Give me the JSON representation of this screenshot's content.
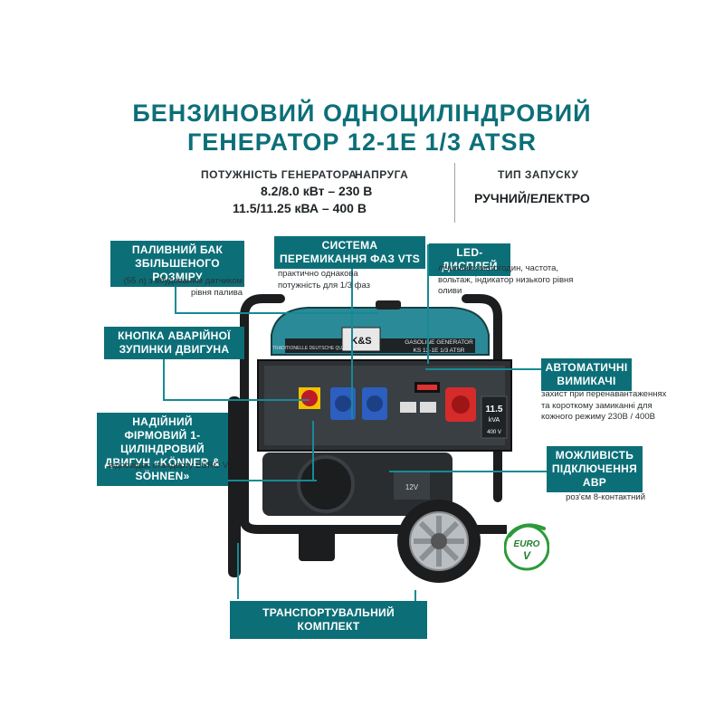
{
  "header": {
    "title_line1": "БЕНЗИНОВИЙ ОДНОЦИЛІНДРОВИЙ",
    "title_line2": "ГЕНЕРАТОР 12-1E 1/3 ATSR"
  },
  "specs": {
    "power_heading": "ПОТУЖНІСТЬ ГЕНЕРАТОРА",
    "voltage_heading": "НАПРУГА",
    "line1": "8.2/8.0 кВт – 230 В",
    "line2": "11.5/11.25 кВА – 400 В",
    "start_heading": "ТИП ЗАПУСКУ",
    "start_value": "РУЧНИЙ/ЕЛЕКТРО"
  },
  "callouts": {
    "fuel_tank": {
      "label": "ПАЛИВНИЙ БАК ЗБІЛЬШЕНОГО РОЗМІРУ",
      "note": "(55 л) з вбудованим датчиком рівня палива"
    },
    "vts": {
      "label": "СИСТЕМА ПЕРЕМИКАННЯ ФАЗ VTS",
      "note": "практично однакова потужність для 1/3 фаз"
    },
    "led": {
      "label": "LED-ДИСПЛЕЙ",
      "note": "лічильник мотогодин, частота, вольтаж, індикатор низького рівня оливи"
    },
    "emergency": {
      "label": "КНОПКА АВАРІЙНОЇ ЗУПИНКИ ДВИГУНА"
    },
    "breakers": {
      "label": "АВТОМАТИЧНІ ВИМИКАЧІ",
      "note": "захист при перенавантаженнях та короткому замиканні для кожного режиму 230В / 400В"
    },
    "engine": {
      "label": "НАДІЙНИЙ ФІРМОВИЙ 1-ЦИЛІНДРОВИЙ ДВИГУН «KÖNNER & SÖHNEN»",
      "note": "відповідає стандарту EURO V"
    },
    "ats": {
      "label": "МОЖЛИВІСТЬ ПІДКЛЮЧЕННЯ АВР",
      "note": "роз'єм 8-контактний"
    },
    "transport": {
      "label": "ТРАНСПОРТУВАЛЬНИЙ КОМПЛЕКТ"
    }
  },
  "product": {
    "brand_mark": "K&S",
    "brand_name": "Könner & Söhnen",
    "tagline": "TRADITIONELLE DEUTSCHE QUALITÄT",
    "panel_title": "GASOLINE GENERATOR",
    "model": "KS 12-1E 1/3 ATSR",
    "kva_value": "11.5",
    "kva_unit": "kVA",
    "voltage_badge": "400 V",
    "battery": "12V"
  },
  "badge": {
    "euro_top": "EURO",
    "euro_bottom": "V"
  },
  "colors": {
    "accent": "#0c6f78",
    "line": "#168a94",
    "tank": "#2b8a97",
    "frame": "#1b1d1f"
  }
}
